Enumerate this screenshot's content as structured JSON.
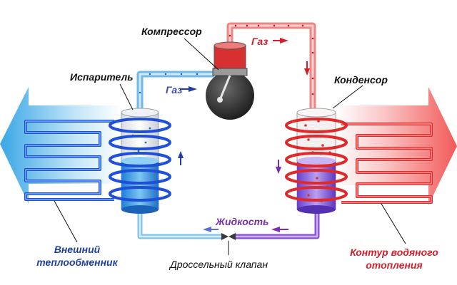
{
  "labels": {
    "compressor": "Компрессор",
    "evaporator": "Испаритель",
    "condenser": "Конденсор",
    "gas_left": "Газ",
    "gas_top": "Газ",
    "liquid": "Жидкость",
    "throttle": "Дроссельный клапан",
    "ext_exchanger_line1": "Внешний",
    "ext_exchanger_line2": "теплообменник",
    "heating_line1": "Контур водяного",
    "heating_line2": "отопления"
  },
  "colors": {
    "cold": "#1e4fd6",
    "cold_light": "#7fc4ee",
    "hot": "#e02a2a",
    "hot_light": "#f39a9a",
    "liquid_purple": "#7a3fd0"
  }
}
